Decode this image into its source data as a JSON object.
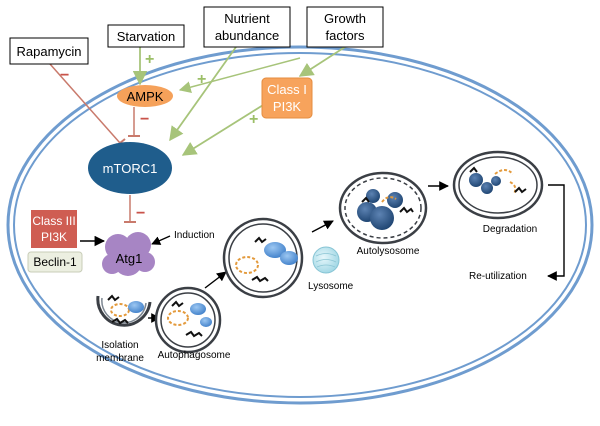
{
  "stimuli": {
    "rapamycin": "Rapamycin",
    "starvation": "Starvation",
    "nutrient_line1": "Nutrient",
    "nutrient_line2": "abundance",
    "growth_line1": "Growth",
    "growth_line2": "factors"
  },
  "signals": {
    "minus": "−",
    "plus": "+"
  },
  "proteins": {
    "ampk": "AMPK",
    "class1_line1": "Class I",
    "class1_line2": "PI3K",
    "mtorc1": "mTORC1",
    "class3_line1": "Class III",
    "class3_line2": "PI3K",
    "beclin": "Beclin-1",
    "atg1": "Atg1"
  },
  "stages": {
    "induction": "Induction",
    "isolation_line1": "Isolation",
    "isolation_line2": "membrane",
    "autophagosome": "Autophagosome",
    "lysosome": "Lysosome",
    "autolysosome": "Autolysosome",
    "degradation": "Degradation",
    "reutilization": "Re-utilization"
  },
  "colors": {
    "cell_membrane": "#6f9ccf",
    "inhibition_line": "#c97a6c",
    "activation_line": "#a7c47a",
    "ampk_fill": "#f5a15a",
    "class1_fill": "#f7a35c",
    "mtorc1_fill": "#1f5d8c",
    "class3_fill": "#cf5d52",
    "beclin_fill": "#ecefe1",
    "atg1_fill": "#a785c4",
    "vesicle_blue": "#4f8fd6",
    "lysosome_fill": "#bfe6ef"
  }
}
